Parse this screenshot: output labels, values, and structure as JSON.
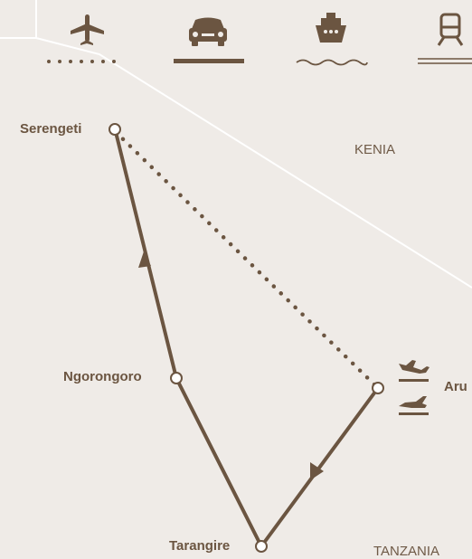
{
  "legend": {
    "items": [
      {
        "icon": "airplane-icon",
        "line_style": "dotted"
      },
      {
        "icon": "car-icon",
        "line_style": "solid"
      },
      {
        "icon": "ship-icon",
        "line_style": "wavy"
      },
      {
        "icon": "train-icon",
        "line_style": "double"
      }
    ]
  },
  "places": {
    "serengeti": "Serengeti",
    "ngorongoro": "Ngorongoro",
    "tarangire": "Tarangire",
    "arusha": "Aru"
  },
  "countries": {
    "kenia": "KENIA",
    "tanzania": "TANZANIA"
  },
  "colors": {
    "background": "#efebe7",
    "route": "#6b5541",
    "border": "#ffffff"
  }
}
